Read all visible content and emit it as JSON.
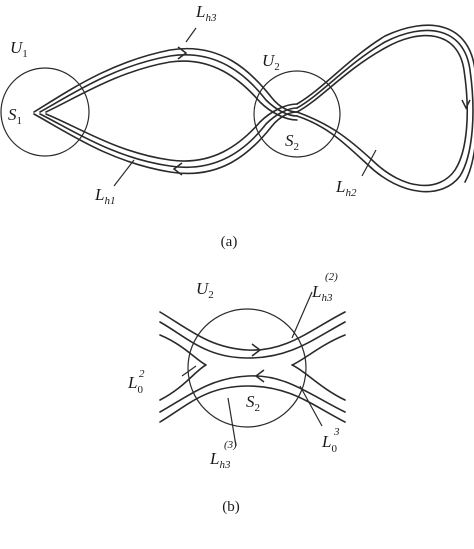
{
  "panel_a": {
    "label_U1": "U",
    "label_U1_sub": "1",
    "label_S1": "S",
    "label_S1_sub": "1",
    "label_U2": "U",
    "label_U2_sub": "2",
    "label_S2": "S",
    "label_S2_sub": "2",
    "label_Lh3": "L",
    "label_Lh3_sub": "h3",
    "label_Lh1": "L",
    "label_Lh1_sub": "h1",
    "label_Lh2": "L",
    "label_Lh2_sub": "h2",
    "caption": "(a)"
  },
  "panel_b": {
    "label_U2": "U",
    "label_U2_sub": "2",
    "label_Lh3_2": "L",
    "label_Lh3_2_sub": "h3",
    "label_Lh3_2_sup": "(2)",
    "label_L0_2": "L",
    "label_L0_2_sub": "0",
    "label_L0_2_sup": "2",
    "label_S2": "S",
    "label_S2_sub": "2",
    "label_Lh3_3": "L",
    "label_Lh3_3_sub": "h3",
    "label_Lh3_3_sup": "(3)",
    "label_L0_3": "L",
    "label_L0_3_sub": "0",
    "label_L0_3_sup": "3",
    "caption": "(b)"
  }
}
